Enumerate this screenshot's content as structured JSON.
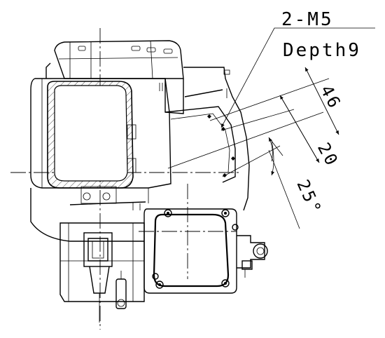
{
  "annotations": {
    "thread_spec": "2-M5",
    "depth_spec": "Depth9",
    "dim_46": "46",
    "dim_20": "20",
    "angle_25": "25°"
  }
}
